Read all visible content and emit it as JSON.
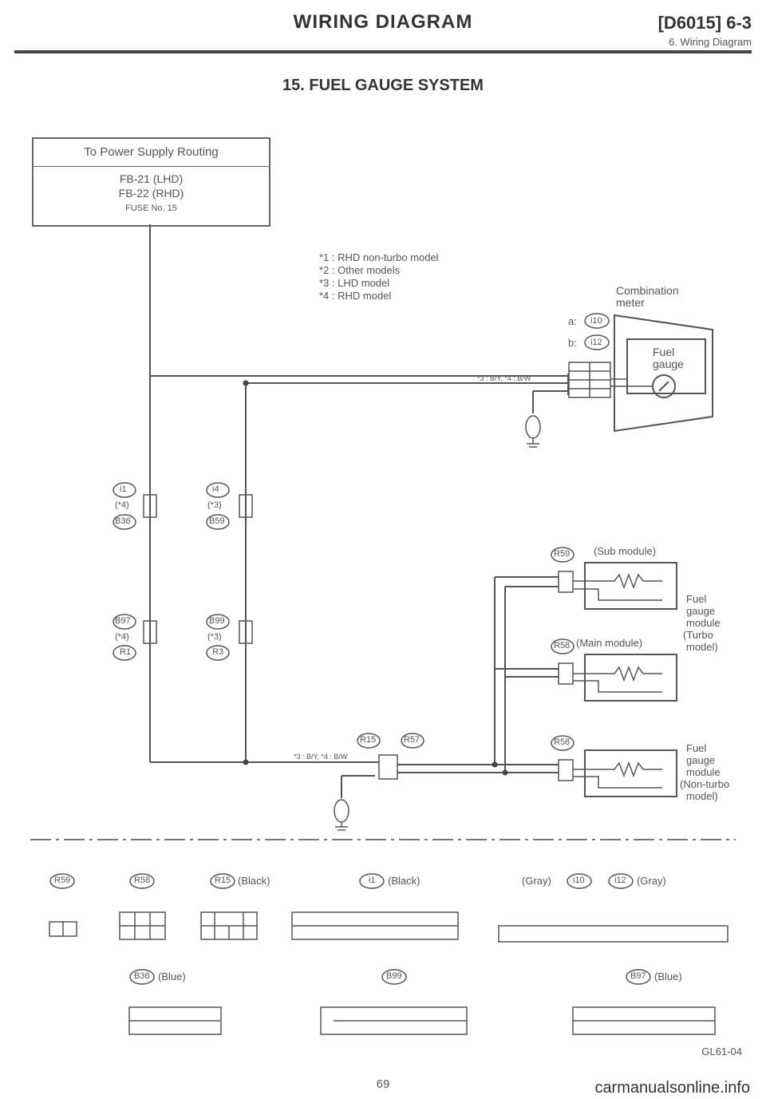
{
  "header": {
    "title": "WIRING DIAGRAM",
    "code": "[D6015] 6-3",
    "subtitle": "6. Wiring Diagram"
  },
  "system_title": "15. FUEL GAUGE SYSTEM",
  "power_box": {
    "heading": "To Power Supply Routing",
    "line1": "FB-21 (LHD)",
    "line2": "FB-22 (RHD)",
    "line3": "FUSE No. 15"
  },
  "notes": [
    "*1 : RHD non-turbo model",
    "*2 : Other models",
    "*3 : LHD model",
    "*4 : RHD model"
  ],
  "combination_meter": {
    "title_line1": "Combination",
    "title_line2": "meter",
    "conn_a": "a:",
    "conn_a_id": "i10",
    "conn_b": "b:",
    "conn_b_id": "i12",
    "gauge_line1": "Fuel",
    "gauge_line2": "gauge"
  },
  "wire_labels": {
    "top_wire": "*3 : B/Y, *4 : B/W",
    "bottom_wire": "*3 : B/Y, *4 : B/W"
  },
  "left_connectors": {
    "upper_left": [
      "i1",
      "(*4)",
      "B36"
    ],
    "upper_right": [
      "i4",
      "(*3)",
      "B59"
    ],
    "lower_left": [
      "B97",
      "(*4)",
      "R1"
    ],
    "lower_right": [
      "B99",
      "(*3)",
      "R3"
    ]
  },
  "bottom_connectors": {
    "c1": "R15",
    "c2": "R57"
  },
  "modules": {
    "sub_id": "R59",
    "sub_label": "(Sub module)",
    "main_id": "R58",
    "main_label": "(Main module)",
    "turbo_line1": "Fuel",
    "turbo_line2": "gauge",
    "turbo_line3": "module",
    "turbo_line4": "(Turbo",
    "turbo_line5": "model)",
    "nt_id": "R58",
    "nt_line1": "Fuel",
    "nt_line2": "gauge",
    "nt_line3": "module",
    "nt_line4": "(Non-turbo",
    "nt_line5": "model)"
  },
  "connector_views": {
    "r59": "R59",
    "r58": "R58",
    "r15": "R15",
    "r15_color": "(Black)",
    "i1": "i1",
    "i1_color": "(Black)",
    "i10_color_left": "(Gray)",
    "i10": "i10",
    "i12": "i12",
    "i12_color_right": "(Gray)",
    "b36": "B36",
    "b36_color": "(Blue)",
    "b99": "B99",
    "b97": "B97",
    "b97_color": "(Blue)"
  },
  "footer": {
    "figure_code": "GL61-04",
    "page": "69",
    "watermark": "carmanualsonline.info"
  }
}
